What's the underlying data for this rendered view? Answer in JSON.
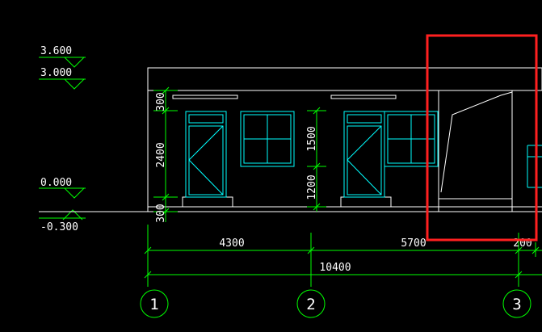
{
  "colors": {
    "background": "#000000",
    "outline": "#ffffff",
    "dimension": "#00ff00",
    "window": "#00ffff",
    "selection": "#ff2020"
  },
  "levels": {
    "l1": "3.600",
    "l2": "3.000",
    "l3": "0.000",
    "l4": "-0.300"
  },
  "dims_vertical": {
    "d300_top": "300",
    "d2400": "2400",
    "d300_bottom": "300",
    "d1500": "1500",
    "d1200": "1200"
  },
  "dims_horizontal": {
    "d4300": "4300",
    "d5700": "5700",
    "d200": "200",
    "d10400": "10400"
  },
  "grid_axes": {
    "a1": "1",
    "a2": "2",
    "a3": "3"
  }
}
